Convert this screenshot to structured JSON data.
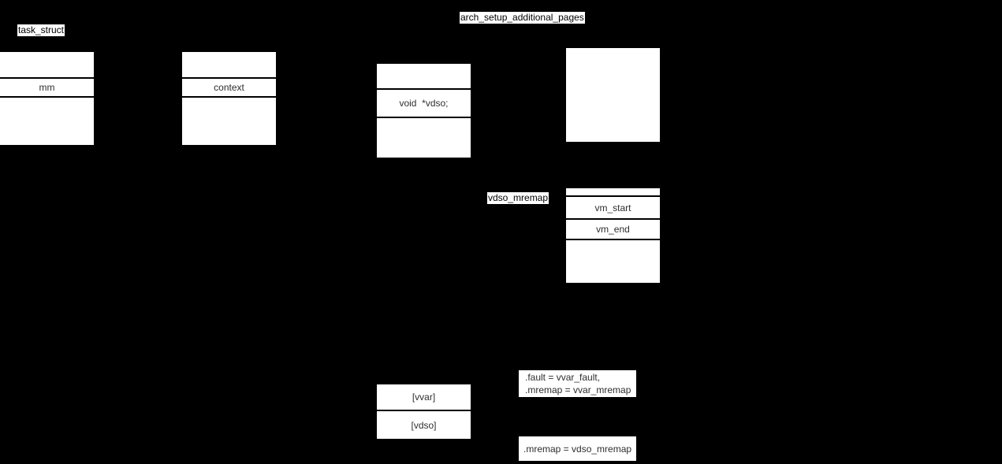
{
  "canvas": {
    "background": "#000000",
    "box_fill": "#ffffff",
    "divider_color": "#000000",
    "text_color": "#2e2e2e",
    "label_text_color": "#000000"
  },
  "labels": {
    "task_struct": "task_struct",
    "arch_setup_additional_pages": "arch_setup_additional_pages",
    "vdso_mremap": "vdso_mremap"
  },
  "task_struct_box": {
    "row_top": "",
    "row_mm": "mm",
    "row_bottom": ""
  },
  "context_box": {
    "row_top": "",
    "row_context": "context",
    "row_bottom": ""
  },
  "vdso_pointer_box": {
    "row_top": "",
    "row_vdso_ptr": "void  *vdso;",
    "row_bottom": ""
  },
  "vma_box": {
    "row_top": "",
    "row_vm_start": "vm_start",
    "row_vm_end": "vm_end",
    "row_bottom": ""
  },
  "special_mapping_box": {
    "row_vvar": "[vvar]",
    "row_vdso": "[vdso]"
  },
  "vvar_mapping_ops_box": {
    "line1": ".fault = vvar_fault,",
    "line2": ".mremap = vvar_mremap"
  },
  "vdso_mapping_ops_box": {
    "line1": ".mremap = vdso_mremap"
  }
}
